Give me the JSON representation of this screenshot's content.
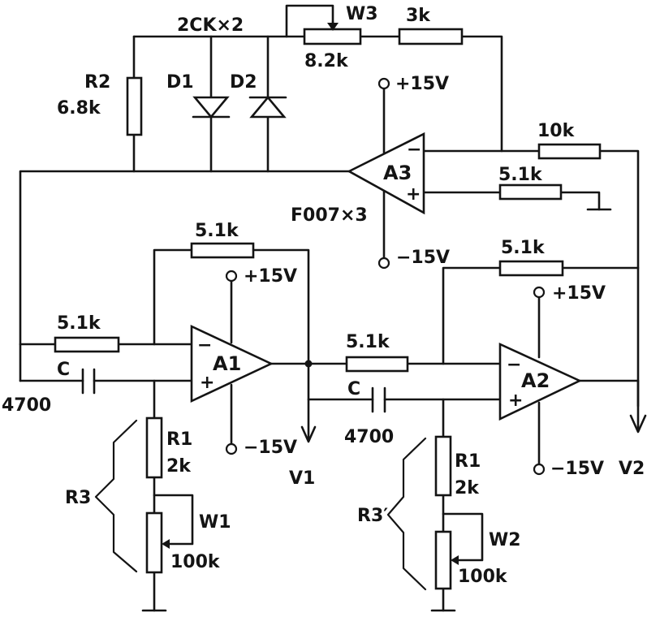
{
  "colors": {
    "ink": "#141414",
    "paper": "#ffffff"
  },
  "labels": {
    "d_pair": "2CK×2",
    "w3": "W3",
    "w3_value": "8.2k",
    "r_3k": "3k",
    "r2": "R2",
    "r2_value": "6.8k",
    "d1": "D1",
    "d2": "D2",
    "a3_vplus": "+15V",
    "r_10k": "10k",
    "a3": "A3",
    "a3_inv": "−",
    "a3_noninv": "+",
    "r_51k_a3": "5.1k",
    "f007": "F007×3",
    "a3_vminus": "−15V",
    "r_51k_a1_fb": "5.1k",
    "r_51k_a2_fb": "5.1k",
    "a1_vplus": "+15V",
    "a2_vplus": "+15V",
    "r_51k_a1_in": "5.1k",
    "r_51k_a2_in": "5.1k",
    "a1": "A1",
    "a1_inv": "−",
    "a1_noninv": "+",
    "a2": "A2",
    "a2_inv": "−",
    "a2_noninv": "+",
    "c_a1": "C",
    "c_a1_value": "4700",
    "c_a2": "C",
    "c_a2_value": "4700",
    "a1_vminus": "−15V",
    "a2_vminus": "−15V",
    "v1": "V1",
    "v2": "V2",
    "r1_a1": "R1",
    "r1_a1_value": "2k",
    "r1_a2": "R1",
    "r1_a2_value": "2k",
    "r3": "R3",
    "r3_prime": "R3′",
    "w1": "W1",
    "w1_value": "100k",
    "w2": "W2",
    "w2_value": "100k"
  }
}
